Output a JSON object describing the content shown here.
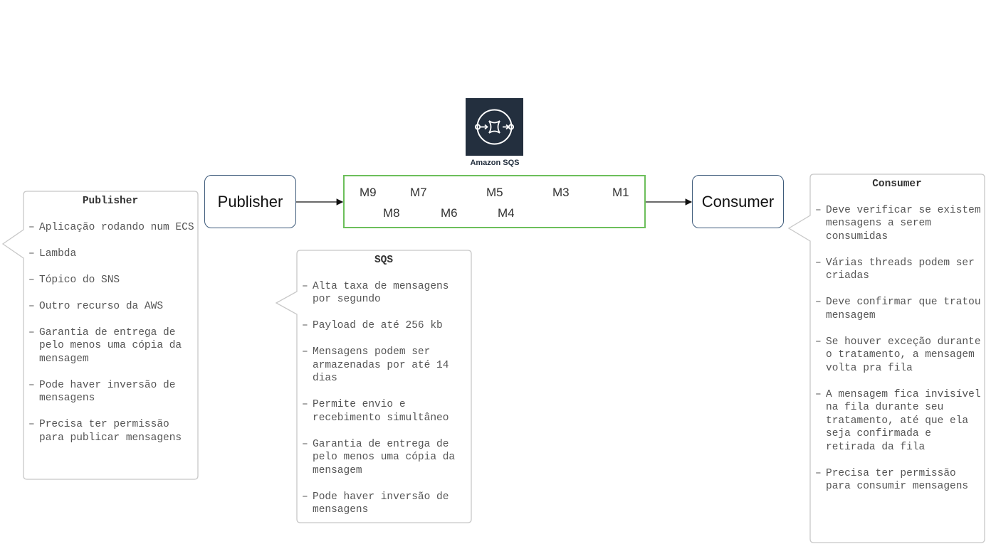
{
  "diagram": {
    "publisher_label": "Publisher",
    "consumer_label": "Consumer",
    "sqs_caption": "Amazon SQS",
    "icons": [
      "amazon-sqs-icon"
    ],
    "colors": {
      "node_border": "#3d5a7a",
      "queue_border": "#6cbf5b",
      "sqs_icon_bg": "#232f3e",
      "note_border": "#c8c8c8"
    },
    "queue_messages": [
      "M9",
      "M7",
      "M5",
      "M3",
      "M1",
      "M8",
      "M6",
      "M4"
    ]
  },
  "notes": {
    "publisher": {
      "title": "Publisher",
      "items": [
        "Aplicação rodando num ECS",
        "Lambda",
        "Tópico do SNS",
        "Outro recurso da AWS",
        "Garantia de entrega de pelo menos uma cópia da mensagem",
        "Pode haver inversão de mensagens",
        "Precisa ter permissão para publicar mensagens"
      ]
    },
    "sqs": {
      "title": "SQS",
      "items": [
        "Alta taxa de mensagens por segundo",
        "Payload de até 256 kb",
        "Mensagens podem ser armazenadas por até 14 dias",
        "Permite envio e recebimento simultâneo",
        "Garantia de entrega de pelo menos uma cópia da mensagem",
        "Pode haver inversão de mensagens"
      ]
    },
    "consumer": {
      "title": "Consumer",
      "items": [
        "Deve verificar se existem mensagens a serem consumidas",
        "Várias threads podem ser criadas",
        "Deve confirmar que tratou mensagem",
        "Se houver exceção durante o tratamento, a mensagem volta pra fila",
        "A mensagem fica invisível na fila durante seu tratamento, até que ela seja confirmada e retirada da fila",
        "Precisa ter permissão para consumir mensagens"
      ]
    }
  }
}
